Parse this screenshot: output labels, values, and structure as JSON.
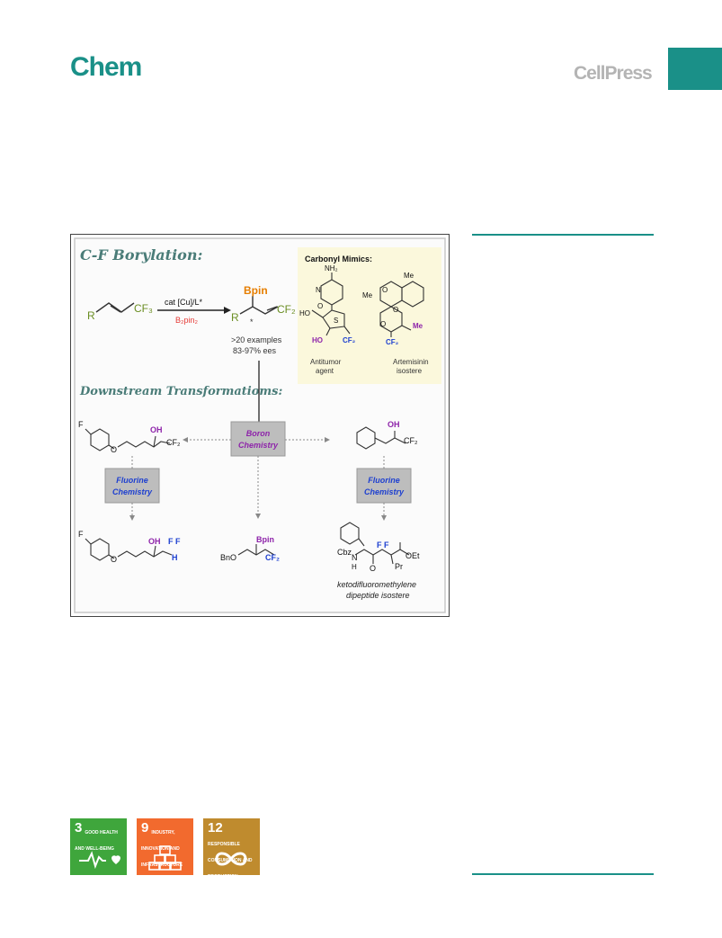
{
  "header": {
    "journal_name": "Chem",
    "publisher": "CellPress",
    "brand_color": "#1a9088"
  },
  "graphical_abstract": {
    "title": "C-F Borylation:",
    "reaction": {
      "reagent_top": "cat [Cu]/L*",
      "reagent_bottom": "B₂pin₂",
      "substrate_r": "R",
      "substrate_cf3": "CF₃",
      "product_bpin": "Bpin",
      "product_r": "R",
      "product_cf2": "CF₂",
      "stereo_mark": "*",
      "examples": ">20 examples",
      "ees": "83-97% ees"
    },
    "mimics": {
      "heading": "Carbonyl Mimics:",
      "left": {
        "nh2": "NH₂",
        "n": "N",
        "o": "O",
        "ho_top": "HO",
        "s": "S",
        "ho": "HO",
        "cf2": "CF₂",
        "caption_1": "Antitumor",
        "caption_2": "agent"
      },
      "right": {
        "me_top": "Me",
        "meo": "Me",
        "o1": "O",
        "o2": "O",
        "o3": "O",
        "me": "Me",
        "cf2": "CF₂",
        "caption_1": "Artemisinin",
        "caption_2": "isostere"
      }
    },
    "downstream_title": "Downstream Transformatioms:",
    "boron_box": {
      "line1": "Boron",
      "line2": "Chemistry"
    },
    "fluorine_box_left": {
      "line1": "Fluorine",
      "line2": "Chemistry"
    },
    "fluorine_box_right": {
      "line1": "Fluorine",
      "line2": "Chemistry"
    },
    "labels": {
      "f": "F",
      "o": "O",
      "oh": "OH",
      "cf2": "CF₂",
      "h": "H",
      "bno": "BnO",
      "bpin": "Bpin",
      "cbz": "Cbz",
      "n": "N",
      "h_nh": "H",
      "oet": "OEt",
      "ipr": "Pr",
      "ff": "F  F",
      "carbonyl_o": "O"
    },
    "iso_caption_1": "ketodifluoromethylene",
    "iso_caption_2": "dipeptide isostere"
  },
  "sdg_goals": [
    {
      "number": "3",
      "label": "Good Health and Well-Being",
      "color": "#3fa63c"
    },
    {
      "number": "9",
      "label": "Industry, Innovation and Infrastructure",
      "color": "#f26a2e"
    },
    {
      "number": "12",
      "label": "Responsible Consumption and Production",
      "color": "#bf8b2e"
    }
  ]
}
